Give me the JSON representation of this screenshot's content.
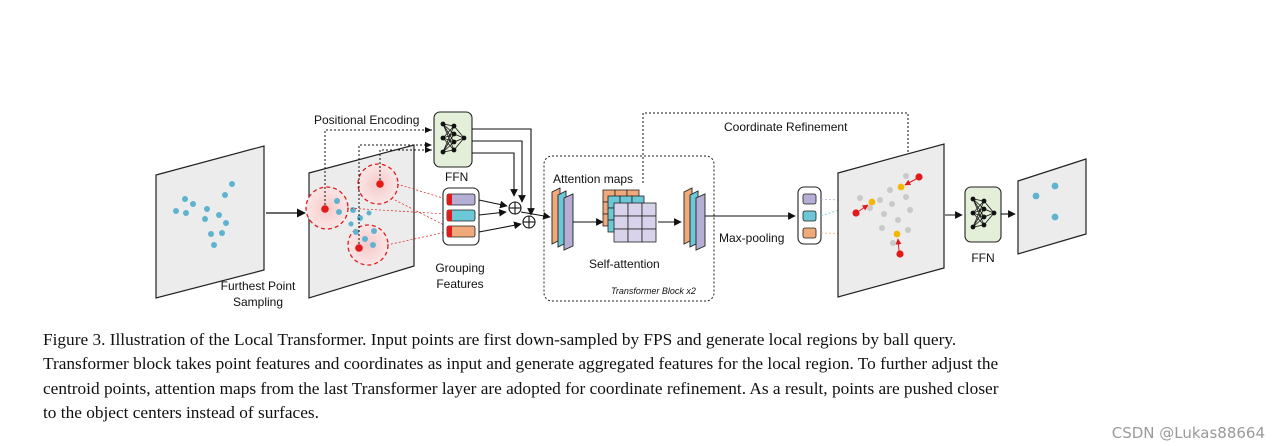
{
  "diagram": {
    "labels": {
      "positional_encoding": "Positional Encoding",
      "ffn_top": "FFN",
      "attention_maps": "Attention maps",
      "coordinate_refinement": "Coordinate Refinement",
      "furthest_point_line1": "Furthest Point",
      "furthest_point_line2": "Sampling",
      "grouping_line1": "Grouping",
      "grouping_line2": "Features",
      "self_attention": "Self-attention",
      "max_pooling": "Max-pooling",
      "transformer_block": "Transformer Block  x2",
      "ffn_right": "FFN"
    },
    "colors": {
      "point_blue": "#5fb3cf",
      "point_gray": "#c9c9c9",
      "centroid_red": "#e21a1a",
      "refined_yellow": "#f2b705",
      "feature_purple": "#b7aed6",
      "feature_cyan": "#6cc7d6",
      "feature_orange": "#f0a97a",
      "ffn_green": "#e3efd9"
    }
  },
  "caption": {
    "lines": [
      "Figure 3. Illustration of the Local Transformer.  Input points are first down-sampled by FPS and generate local regions by ball query.",
      "Transformer block takes point features and coordinates as input and generate aggregated features for the local region. To further adjust the",
      "centroid points, attention maps from the last Transformer layer are adopted for coordinate refinement. As a result, points are pushed closer",
      "to the object centers instead of surfaces."
    ]
  },
  "watermark": "CSDN @Lukas88664"
}
